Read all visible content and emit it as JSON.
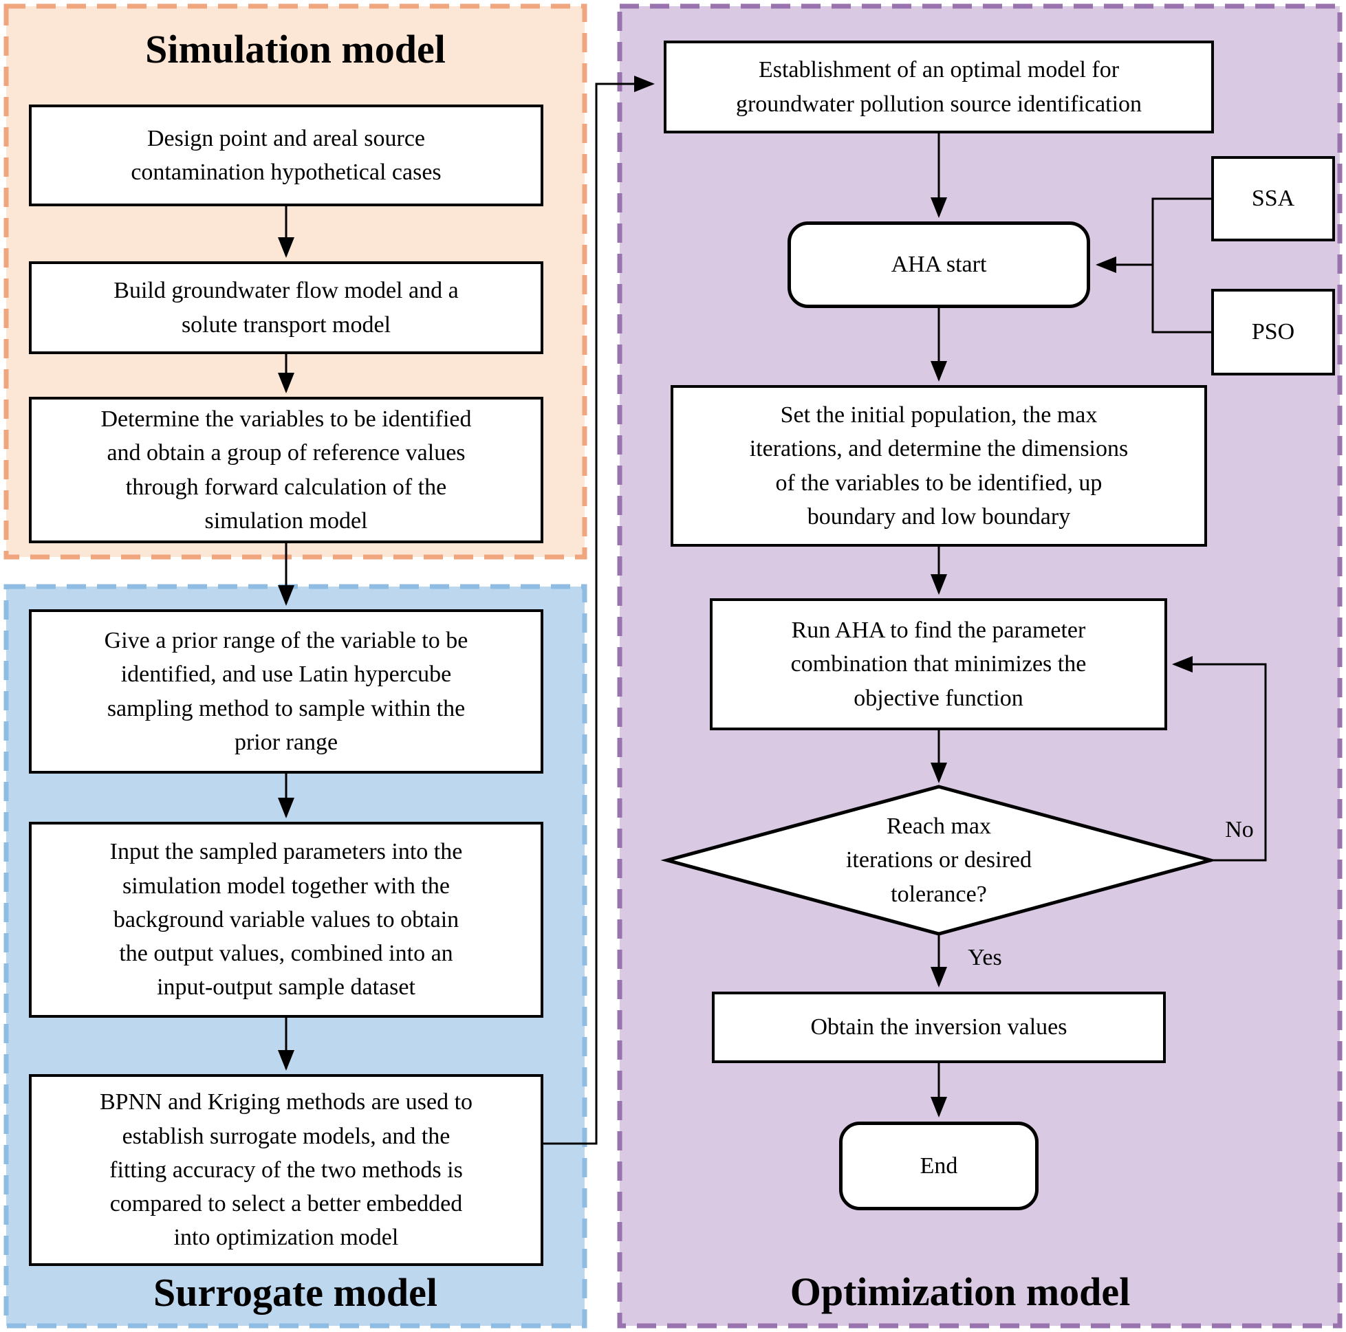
{
  "diagram": {
    "simulation": {
      "title": "Simulation model",
      "steps": [
        "Design point and areal source\ncontamination hypothetical cases",
        "Build groundwater flow model and a\nsolute transport model",
        "Determine the variables to be identified\nand obtain a group of reference values\nthrough forward calculation of the\nsimulation model"
      ]
    },
    "surrogate": {
      "title": "Surrogate model",
      "steps": [
        "Give a prior range of the variable to be\nidentified, and use Latin hypercube\nsampling method to sample within the\nprior range",
        "Input the sampled parameters into the\nsimulation model together with the\nbackground variable values to obtain\nthe output values, combined into an\ninput-output sample dataset",
        "BPNN and Kriging methods are used to\nestablish surrogate models, and the\nfitting accuracy of the two methods is\ncompared to select a better embedded\ninto optimization model"
      ]
    },
    "optimization": {
      "title": "Optimization model",
      "establishment": "Establishment of an optimal model for\ngroundwater pollution source identification",
      "aha_start": "AHA start",
      "ssa_label": "SSA",
      "pso_label": "PSO",
      "set_parameters": "Set the initial population, the max\niterations, and determine the dimensions\nof the variables to be identified, up\nboundary and low boundary",
      "run_aha": "Run AHA to find the parameter\ncombination that minimizes the\nobjective function",
      "decision": "Reach max\niterations or desired\ntolerance?",
      "no_label": "No",
      "yes_label": "Yes",
      "obtain_values": "Obtain the inversion values",
      "end_label": "End"
    },
    "colors": {
      "simulation_fill": "#fce6d5",
      "simulation_border": "#efa57d",
      "surrogate_fill": "#bdd7ee",
      "surrogate_border": "#8fbce2",
      "optimization_fill": "#d9c9e2",
      "optimization_border": "#9973ae"
    }
  }
}
